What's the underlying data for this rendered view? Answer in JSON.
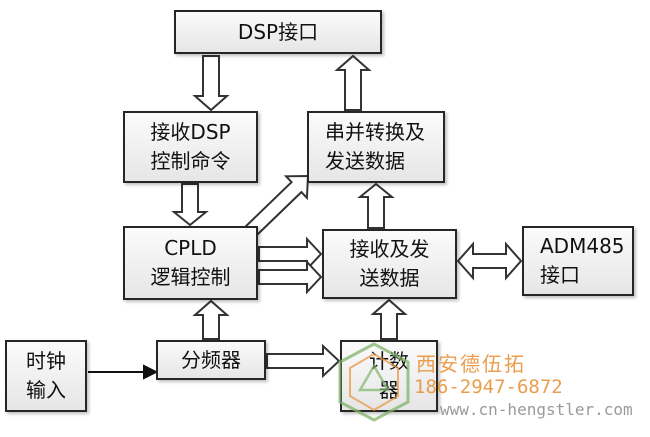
{
  "blocks": {
    "dsp_interface": {
      "lines": [
        "DSP接口"
      ]
    },
    "receive_dsp": {
      "lines": [
        "接收DSP",
        "控制命令"
      ]
    },
    "serial_parallel": {
      "lines": [
        "串并转换及",
        "发送数据"
      ]
    },
    "cpld": {
      "lines": [
        "CPLD",
        "逻辑控制"
      ]
    },
    "receive_send": {
      "lines": [
        "接收及发",
        "送数据"
      ]
    },
    "adm485": {
      "lines": [
        "ADM485",
        "接口"
      ]
    },
    "clock_input": {
      "lines": [
        "时钟",
        "输入"
      ]
    },
    "divider": {
      "lines": [
        "分频器"
      ]
    },
    "counter": {
      "lines": [
        "计数",
        "器"
      ]
    }
  },
  "watermark": {
    "company": "西安德伍拓",
    "phone": "186-2947-6872",
    "url": "www.cn-hengstler.com"
  },
  "colors": {
    "box_border": "#262626",
    "arrow_fill": "#ffffff",
    "arrow_stroke": "#333333",
    "watermark_orange": "#e8943a"
  }
}
